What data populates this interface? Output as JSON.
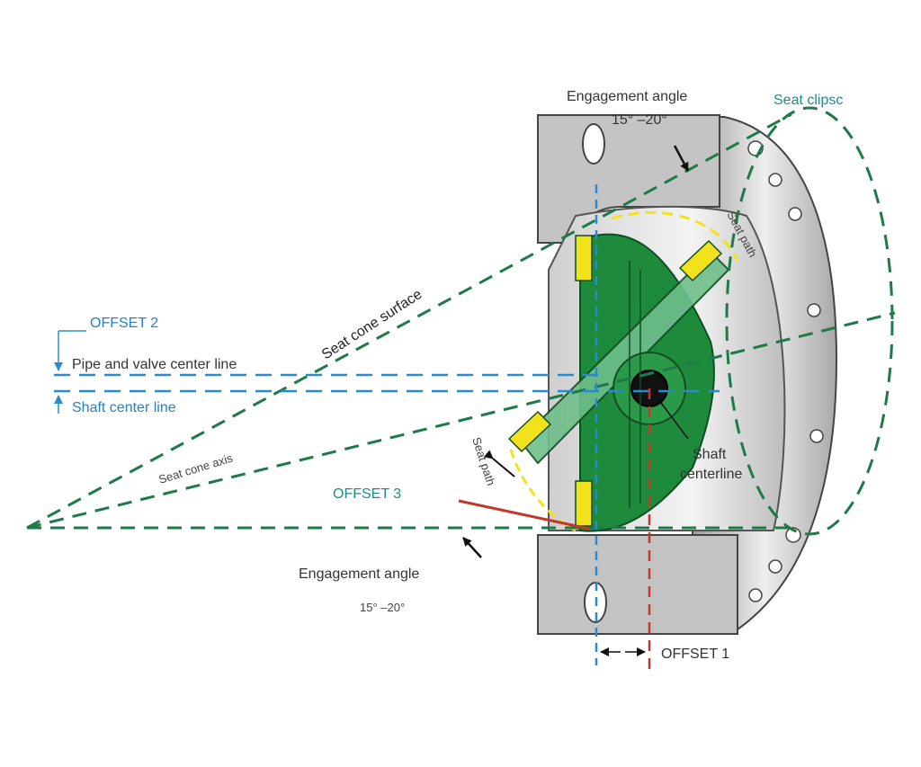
{
  "labels": {
    "engagement_angle_top": "Engagement angle",
    "engagement_range_top": "15°  –20°",
    "seat_ellipse": "Seat clipsc",
    "seat_path_top": "Seat path",
    "seat_cone_surface": "Seat cone surface",
    "offset_2": "OFFSET 2",
    "pipe_valve_center_line": "Pipe and valve center line",
    "shaft_center_line": "Shaft center line",
    "seat_cone_axis": "Seat cone axis",
    "seat_path_bottom": "Seat path",
    "offset_3": "OFFSET 3",
    "shaft_centerline_a": "Shaft",
    "shaft_centerline_b": "centerline",
    "engagement_angle_bottom": "Engagement angle",
    "engagement_range_bottom": "15°  –20°",
    "offset_1": "OFFSET 1"
  },
  "colors": {
    "disc_green": "#1e8a3c",
    "disc_light_green": "#5fae7a",
    "seat_yellow": "#f2e21b",
    "body_gray": "#b9b9b9",
    "body_light": "#e6e6e6",
    "cone_green": "#1f7a4a",
    "offset_blue": "#2a8ad0",
    "offset_red": "#c0392b",
    "label_teal": "#1f8a8a"
  },
  "icons": {
    "arrow": "arrowhead"
  }
}
